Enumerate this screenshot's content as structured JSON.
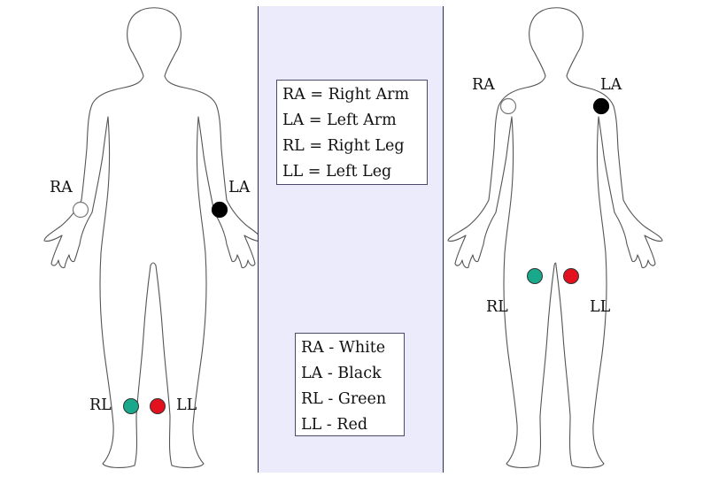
{
  "abbreviations": [
    "RA = Right Arm",
    "LA = Left Arm",
    "RL = Right Leg",
    "LL = Left Leg"
  ],
  "color_key": [
    "RA - White",
    "LA - Black",
    "RL - Green",
    "LL - Red"
  ],
  "front_view": {
    "labels": {
      "ra": "RA",
      "la": "LA",
      "rl": "RL",
      "ll": "LL"
    }
  },
  "back_view": {
    "labels": {
      "ra": "RA",
      "la": "LA",
      "rl": "RL",
      "ll": "LL"
    }
  },
  "electrode_colors": {
    "ra": "#ffffff",
    "la": "#000000",
    "rl": "#1aa88a",
    "ll": "#e3101e"
  }
}
